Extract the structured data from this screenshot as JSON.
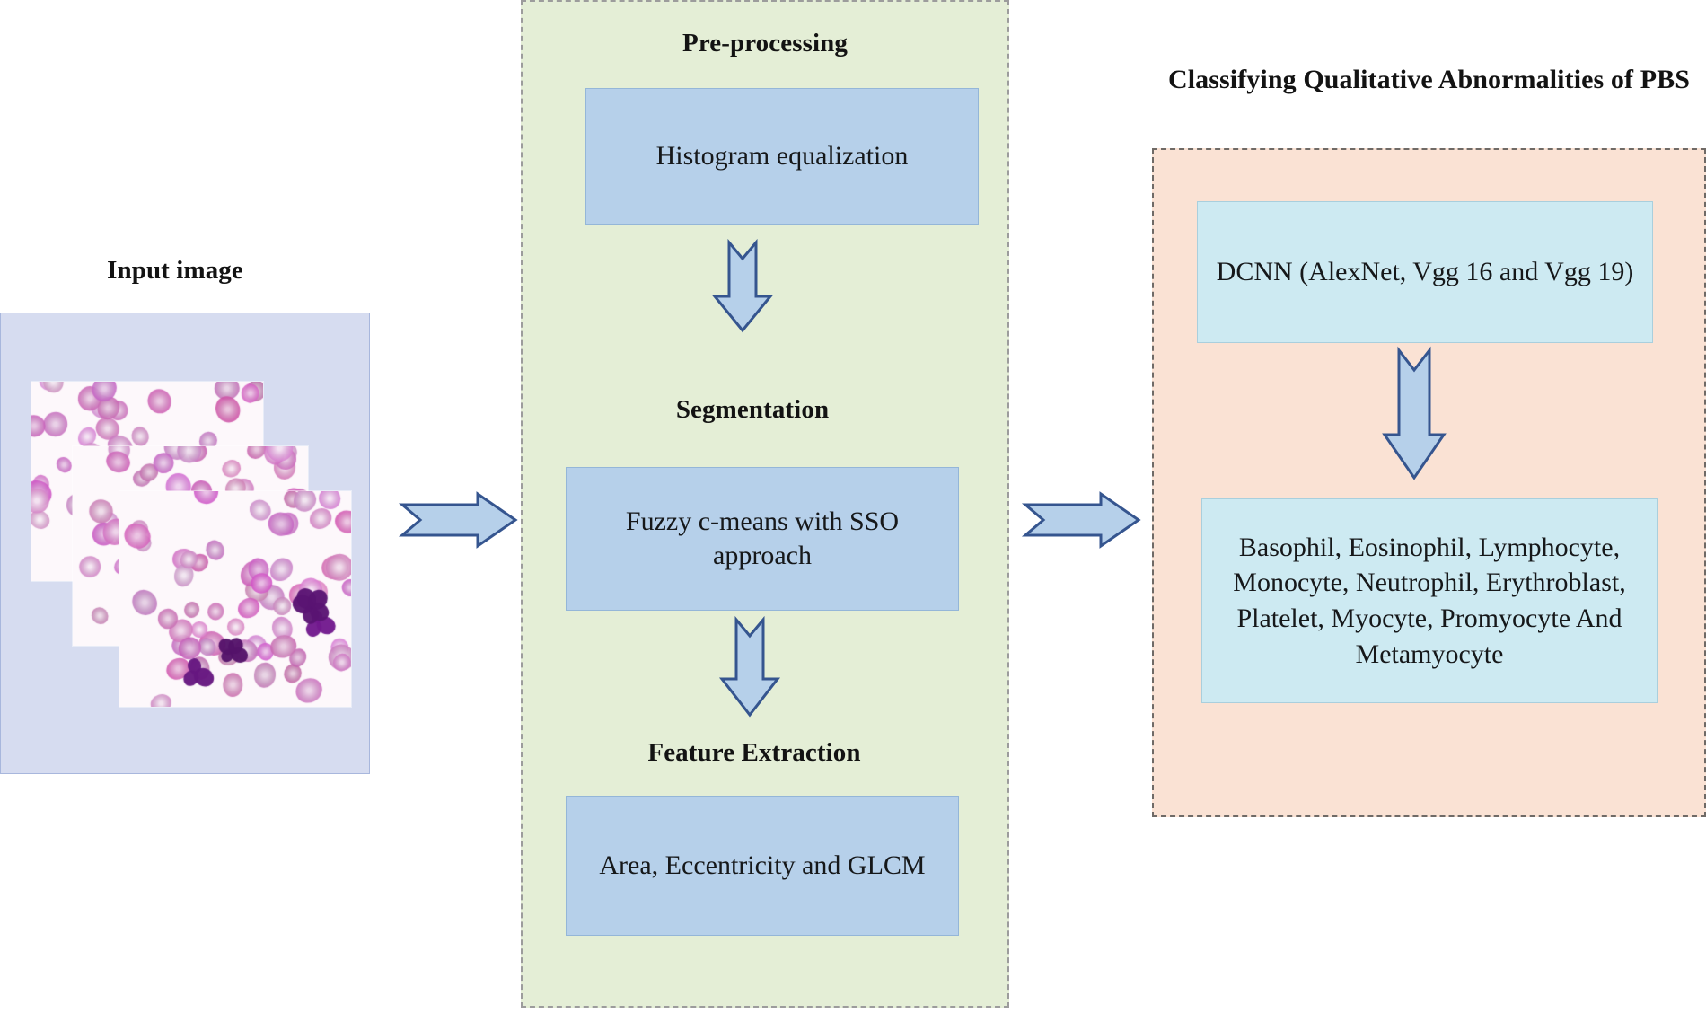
{
  "diagram": {
    "title_input": "Input image",
    "title_classify": "Classifying Qualitative Abnormalities of PBS",
    "stages": {
      "preprocessing": {
        "heading": "Pre-processing",
        "box": "Histogram equalization"
      },
      "segmentation": {
        "heading": "Segmentation",
        "box": "Fuzzy c-means with SSO approach"
      },
      "feature_extraction": {
        "heading": "Feature Extraction",
        "box": "Area, Eccentricity and GLCM"
      },
      "classification": {
        "model_box": "DCNN (AlexNet, Vgg 16 and Vgg 19)",
        "classes_box": "Basophil, Eosinophil, Lymphocyte, Monocyte, Neutrophil, Erythroblast, Platelet, Myocyte, Promyocyte And Metamyocyte",
        "classes_list": [
          "Basophil",
          "Eosinophil",
          "Lymphocyte",
          "Monocyte",
          "Neutrophil",
          "Erythroblast",
          "Platelet",
          "Myocyte",
          "Promyocyte",
          "Metamyocyte"
        ]
      }
    },
    "icons": {
      "arrow_right": "arrow-right-icon",
      "arrow_down": "arrow-down-icon",
      "blood_smear": "blood-smear-image"
    },
    "colors": {
      "input_panel_fill": "#d6dcf0",
      "pipeline_panel_fill": "#e4eed6",
      "classify_panel_fill": "#fae2d4",
      "process_box_fill": "#b6d0ea",
      "classify_box_fill": "#cdeaf2",
      "arrow_fill": "#b6d0ea",
      "arrow_stroke": "#35558f",
      "panel_dash_stroke": "#9c9c9c",
      "text": "#16181a"
    }
  }
}
